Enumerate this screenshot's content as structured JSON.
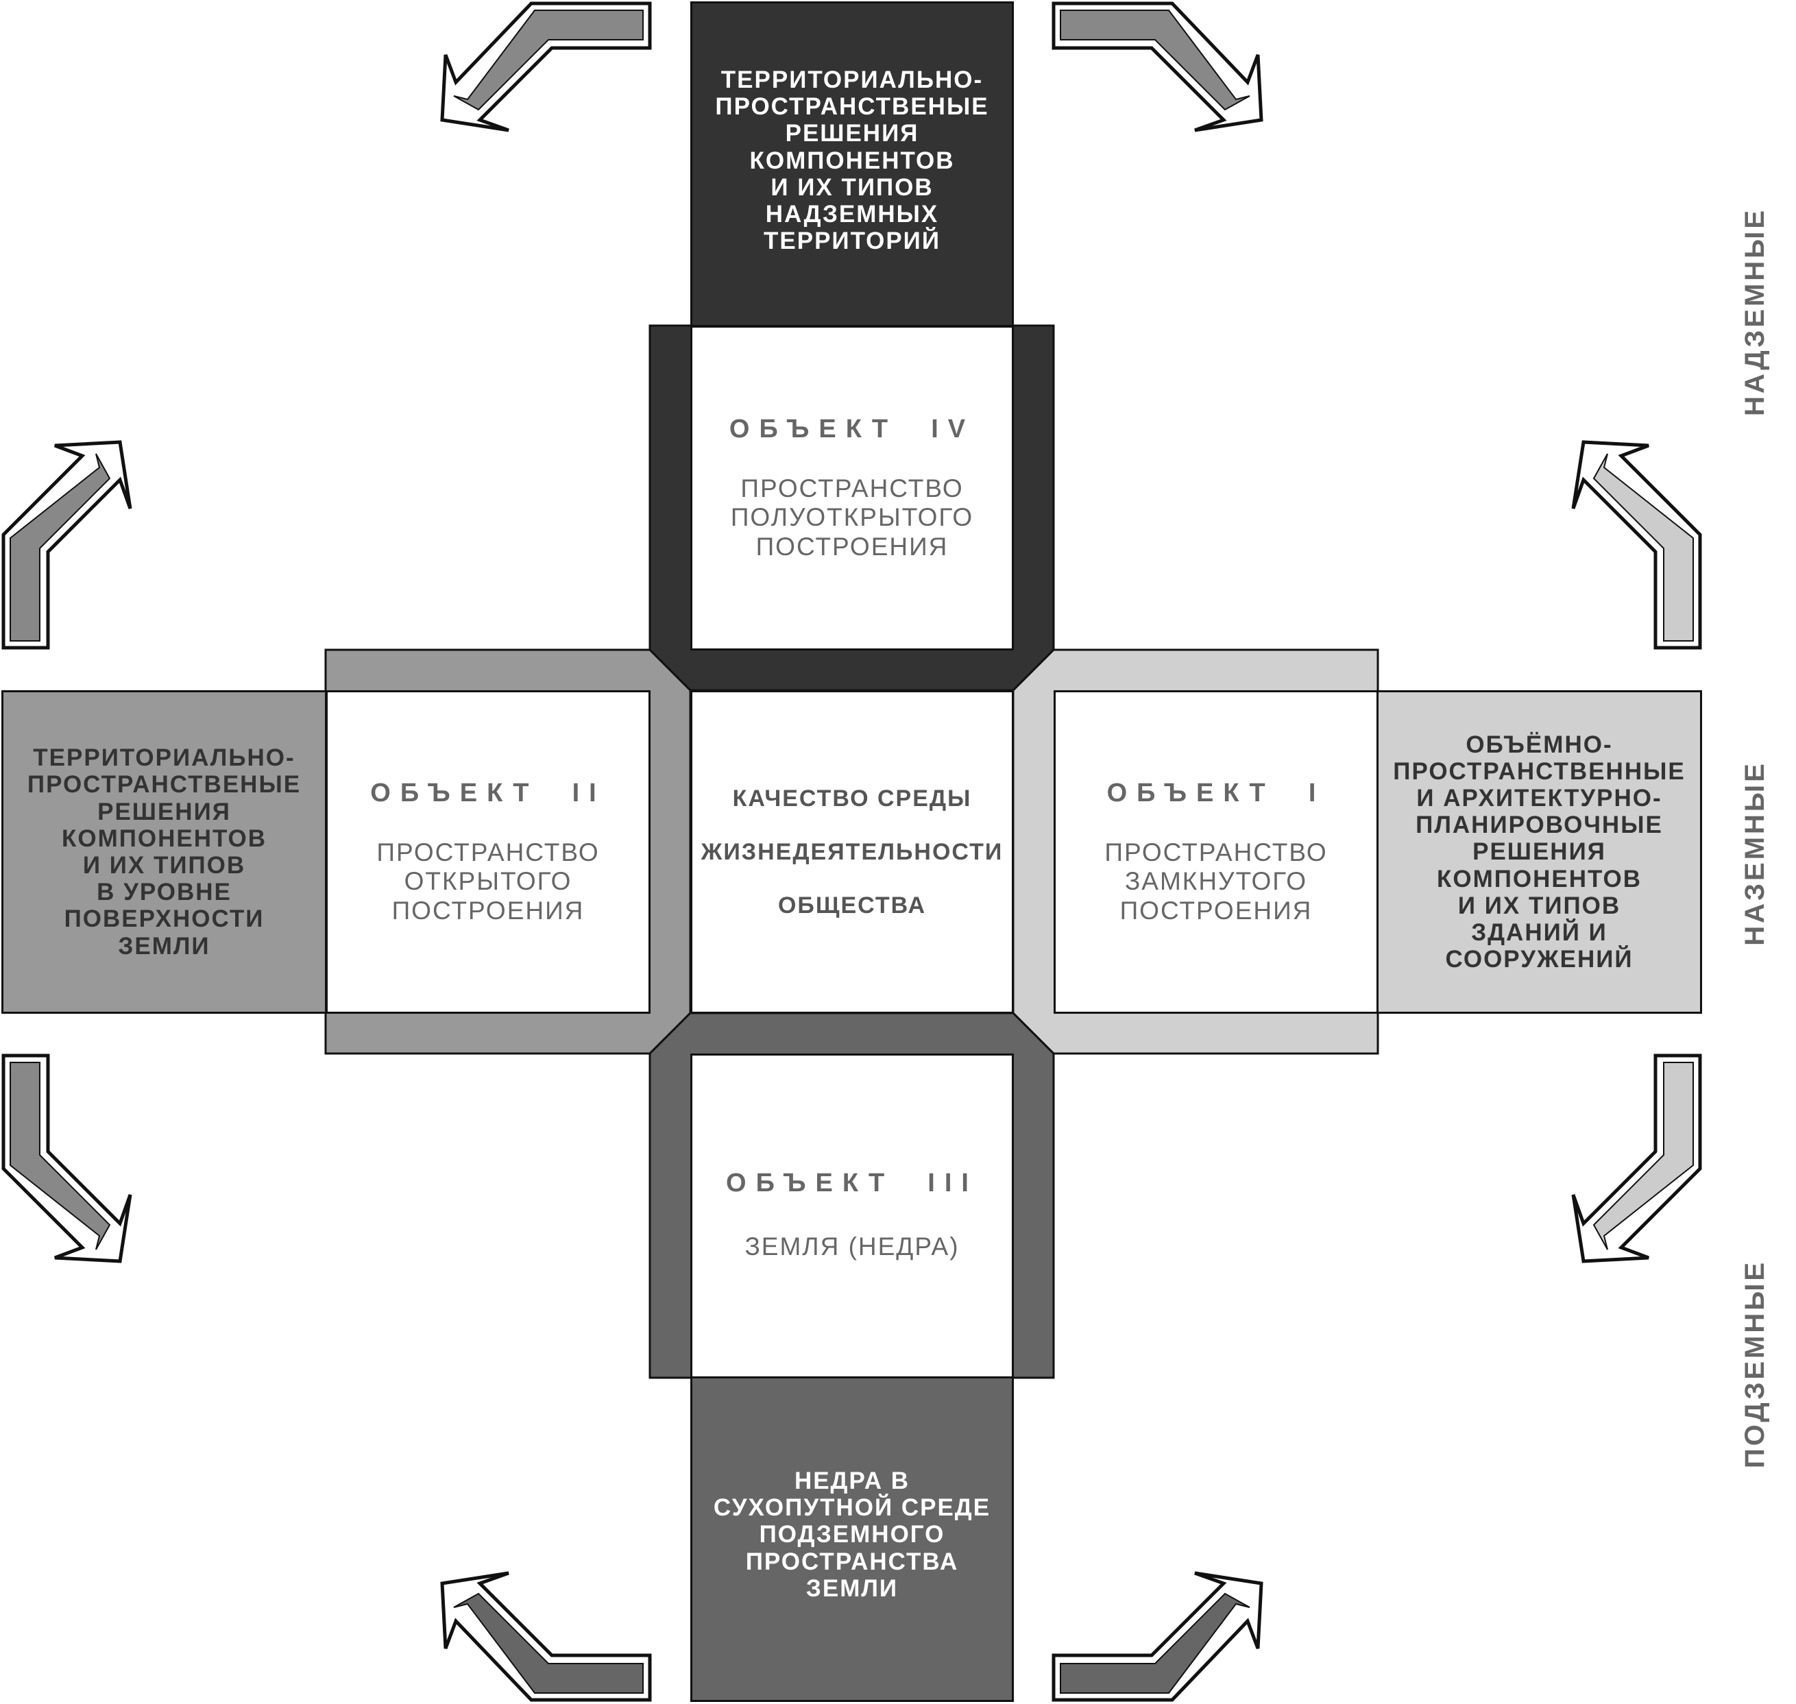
{
  "colors": {
    "top": "#333333",
    "left": "#999999",
    "right": "#d0d0d0",
    "bottom": "#666666",
    "stroke": "#111111",
    "label": "#666666"
  },
  "top_box": {
    "lines": [
      "ТЕРРИТОРИАЛЬНО-",
      "ПРОСТРАНСТВЕНЫЕ",
      "РЕШЕНИЯ",
      "КОМПОНЕНТОВ",
      "И ИХ ТИПОВ",
      "НАДЗЕМНЫХ",
      "ТЕРРИТОРИЙ"
    ]
  },
  "left_box": {
    "lines": [
      "ТЕРРИТОРИАЛЬНО-",
      "ПРОСТРАНСТВЕНЫЕ",
      "РЕШЕНИЯ",
      "КОМПОНЕНТОВ",
      "И ИХ ТИПОВ",
      "В УРОВНЕ",
      "ПОВЕРХНОСТИ",
      "ЗЕМЛИ"
    ]
  },
  "right_box": {
    "lines": [
      "ОБЪЁМНО-",
      "ПРОСТРАНСТВЕННЫЕ",
      "И АРХИТЕКТУРНО-",
      "ПЛАНИРОВОЧНЫЕ",
      "РЕШЕНИЯ",
      "КОМПОНЕНТОВ",
      "И ИХ ТИПОВ",
      "ЗДАНИЙ И",
      "СООРУЖЕНИЙ"
    ]
  },
  "bottom_box": {
    "lines": [
      "НЕДРА В",
      "СУХОПУТНОЙ СРЕДЕ",
      "ПОДЗЕМНОГО",
      "ПРОСТРАНСТВА",
      "ЗЕМЛИ"
    ]
  },
  "object_iv": {
    "title": "ОБЪЕКТ  IV",
    "lines": [
      "ПРОСТРАНСТВО",
      "ПОЛУОТКРЫТОГО",
      "ПОСТРОЕНИЯ"
    ]
  },
  "object_ii": {
    "title": "ОБЪЕКТ  II",
    "lines": [
      "ПРОСТРАНСТВО",
      "ОТКРЫТОГО",
      "ПОСТРОЕНИЯ"
    ]
  },
  "object_i": {
    "title": "ОБЪЕКТ  I",
    "lines": [
      "ПРОСТРАНСТВО",
      "ЗАМКНУТОГО",
      "ПОСТРОЕНИЯ"
    ]
  },
  "object_iii": {
    "title": "ОБЪЕКТ  III",
    "lines": [
      "ЗЕМЛЯ (НЕДРА)"
    ]
  },
  "center": {
    "lines": [
      "КАЧЕСТВО СРЕДЫ",
      "ЖИЗНЕДЕЯТЕЛЬНОСТИ",
      "ОБЩЕСТВА"
    ]
  },
  "side_labels": {
    "above": "НАДЗЕМНЫЕ",
    "ground": "НАЗЕМНЫЕ",
    "below": "ПОДЗЕМНЫЕ"
  }
}
